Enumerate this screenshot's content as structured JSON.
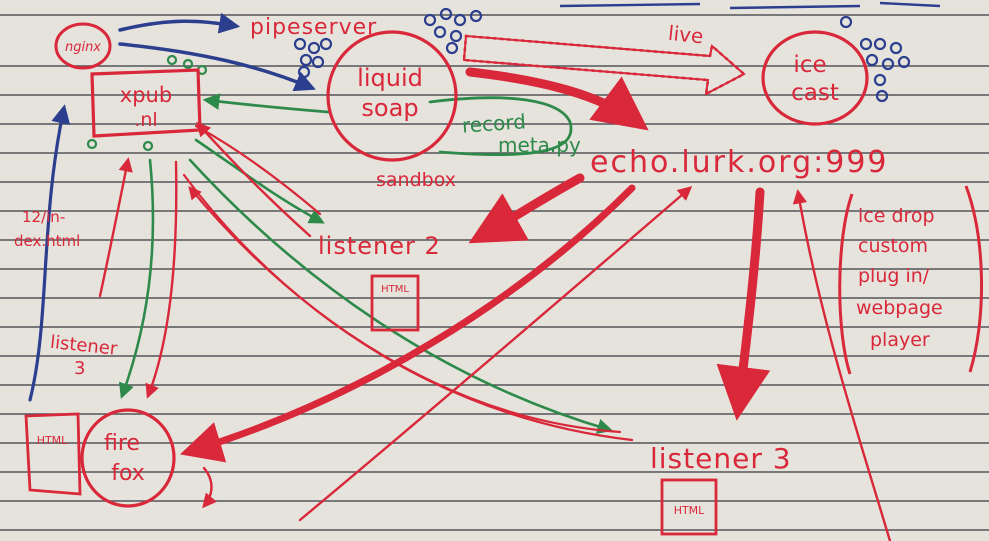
{
  "colors": {
    "paper": "#e6e3dc",
    "rule": "#3a3a44",
    "red": "#d8283a",
    "green": "#2e8a4a",
    "blue": "#2c3f8f"
  },
  "nodes": {
    "nginx": "nginx",
    "xpub_line1": "xpub",
    "xpub_line2": ".nl",
    "liquidsoap_line1": "liquid",
    "liquidsoap_line2": "soap",
    "sandbox": "sandbox",
    "icecast_line1": "ice",
    "icecast_line2": "cast",
    "firefox_line1": "fire",
    "firefox_line2": "fox",
    "echo_host": "echo.lurk.org:999"
  },
  "labels": {
    "pipeserver": "pipeserver",
    "live": "live",
    "record_line1": "record",
    "record_line2": "meta.py",
    "index_line1": "12/in-",
    "index_line2": "dex.html",
    "listener3_left_line1": "listener",
    "listener3_left_line2": "3",
    "listener2": "listener 2",
    "listener3_right": "listener 3",
    "html_box": "HTML",
    "icedrop": [
      "ice drop",
      "custom",
      "plug in/",
      "webpage",
      "player"
    ]
  }
}
